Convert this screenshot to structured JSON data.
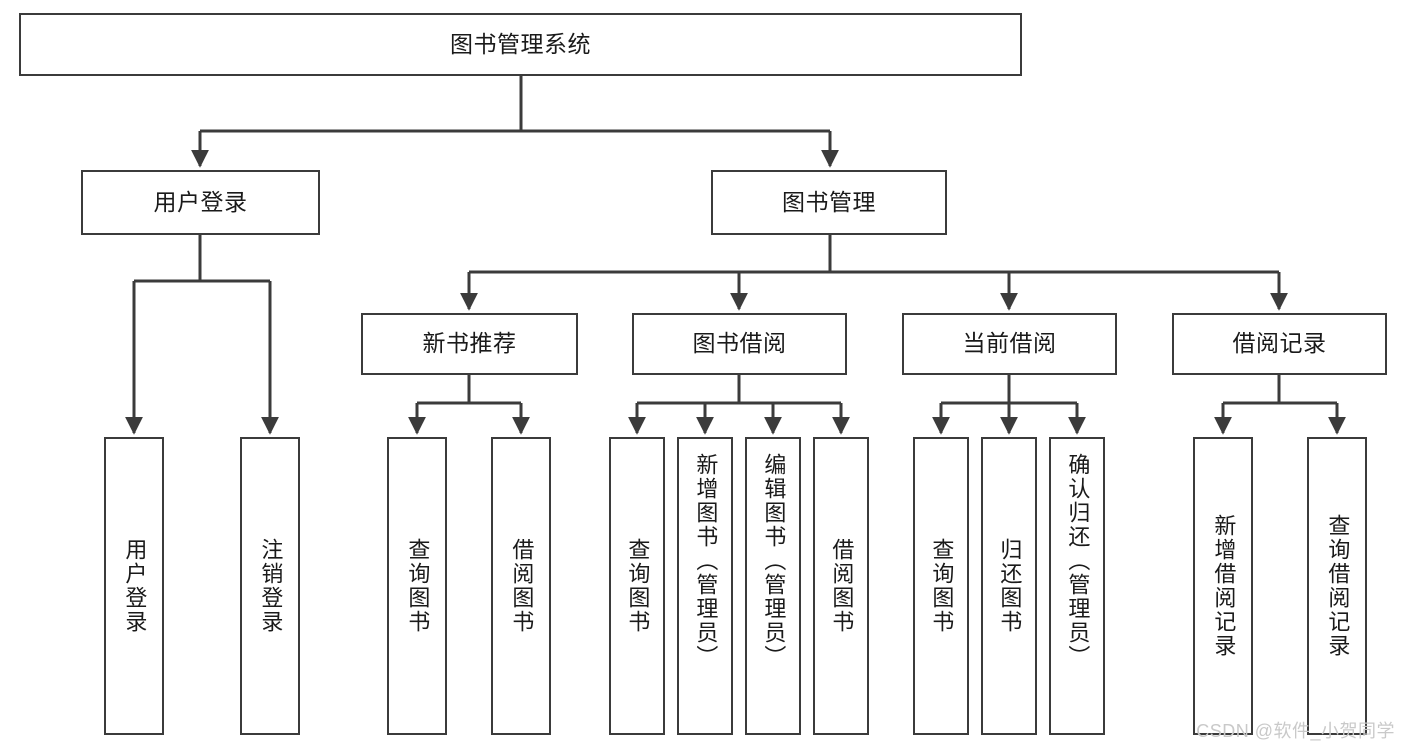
{
  "diagram": {
    "type": "tree",
    "title": "图书管理系统",
    "watermark": "CSDN @软件_小贺同学",
    "colors": {
      "border": "#3b3b3b",
      "background": "#ffffff",
      "text": "#1a1a1a",
      "watermark": "#c9c9c9"
    },
    "nodes": {
      "root": {
        "label": "图书管理系统"
      },
      "level2": [
        {
          "label": "用户登录"
        },
        {
          "label": "图书管理"
        }
      ],
      "level3": [
        {
          "label": "新书推荐"
        },
        {
          "label": "图书借阅"
        },
        {
          "label": "当前借阅"
        },
        {
          "label": "借阅记录"
        }
      ],
      "leaves": {
        "user_login": [
          {
            "label": "用户登录"
          },
          {
            "label": "注销登录"
          }
        ],
        "new_book": [
          {
            "label": "查询图书"
          },
          {
            "label": "借阅图书"
          }
        ],
        "borrow_book": [
          {
            "label": "查询图书"
          },
          {
            "label": "新增图书（管理员）"
          },
          {
            "label": "编辑图书（管理员）"
          },
          {
            "label": "借阅图书"
          }
        ],
        "current_borrow": [
          {
            "label": "查询图书"
          },
          {
            "label": "归还图书"
          },
          {
            "label": "确认归还（管理员）"
          }
        ],
        "borrow_record": [
          {
            "label": "新增借阅记录"
          },
          {
            "label": "查询借阅记录"
          }
        ]
      }
    }
  }
}
